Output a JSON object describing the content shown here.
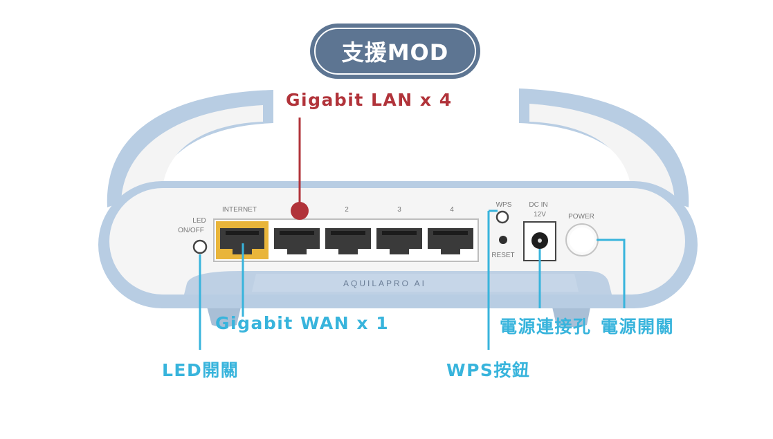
{
  "badge": {
    "text": "支援MOD"
  },
  "callouts": {
    "lan": "Gigabit LAN x 4",
    "wan": "Gigabit WAN x 1",
    "led": "LED開關",
    "wps": "WPS按鈕",
    "dc_in": "電源連接孔",
    "power": "電源開關"
  },
  "device_labels": {
    "led_line1": "LED",
    "led_line2": "ON/OFF",
    "internet": "INTERNET",
    "port2": "2",
    "port3": "3",
    "port4": "4",
    "wps": "WPS",
    "reset": "RESET",
    "dc_in_line1": "DC IN",
    "dc_in_line2": "12V",
    "power": "POWER",
    "brand": "AQUILAPRO AI"
  },
  "colors": {
    "badge": "#5d7592",
    "lan_callout": "#b1333a",
    "blue_callout": "#38b4dc",
    "wan_port": "#e9b53a",
    "shell_blue": "#b8cde3"
  }
}
